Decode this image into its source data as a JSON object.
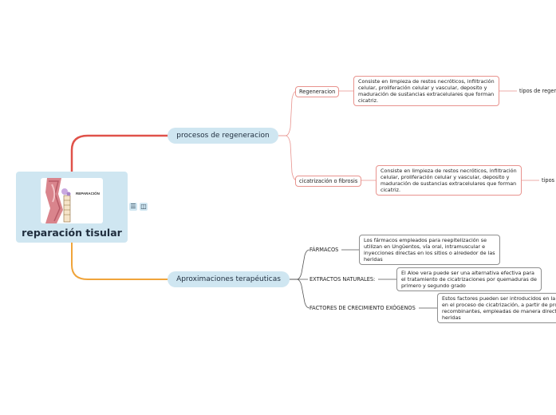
{
  "root": {
    "title": "reparación tisular",
    "image_label": "REPARACIÓN",
    "tools": [
      "list-icon",
      "note-icon"
    ]
  },
  "branches": {
    "regeneracion": {
      "label": "procesos de regeneracion",
      "children": {
        "regeneracion": {
          "label": "Regeneracion",
          "note": [
            "Consiste en limpieza de restos necróticos, infiltración",
            "celular, proliferación celular y vascular, deposito y",
            "maduración de sustancias extracelulares que forman",
            "cicatriz."
          ],
          "tail": "tipos de regen"
        },
        "cicatrizacion": {
          "label": "cicatrización o fibrosis",
          "note": [
            "Consiste en limpieza de restos necróticos, infiltración",
            "celular, proliferación celular y vascular, deposito y",
            "maduración de sustancias extracelulares que forman",
            "cicatriz."
          ],
          "tail": "tipos"
        }
      }
    },
    "aproximaciones": {
      "label": "Aproximaciones terapéuticas",
      "children": {
        "farmacos": {
          "label": "FÁRMACOS",
          "note": [
            "Los fármacos empleados para reepitelización se",
            "utilizan en Ungüentos, vía oral, intramuscular e",
            "inyecciones directas en los sitios o alrededor de las",
            "heridas"
          ]
        },
        "extractos": {
          "label": "EXTRACTOS NATURALES:",
          "note": [
            "El Aloe vera puede ser una alternativa efectiva para",
            "el tratamiento de cicatrizaciones por quemaduras de",
            "primero y segundo grado"
          ]
        },
        "factores": {
          "label": "FACTORES DE CRECIMIENTO EXÓGENOS",
          "note": [
            "Estos factores pueden ser introducidos en la",
            "en el proceso de cicatrización, a partir de pro",
            "recombinantes, empleadas de manera direct",
            "heridas"
          ]
        }
      }
    }
  },
  "colors": {
    "bubble": "#cfe6f1",
    "branch_red": "#e0524a",
    "branch_orange": "#f0a43a",
    "sub_red": "#e8938e",
    "sub_gray": "#555555"
  }
}
